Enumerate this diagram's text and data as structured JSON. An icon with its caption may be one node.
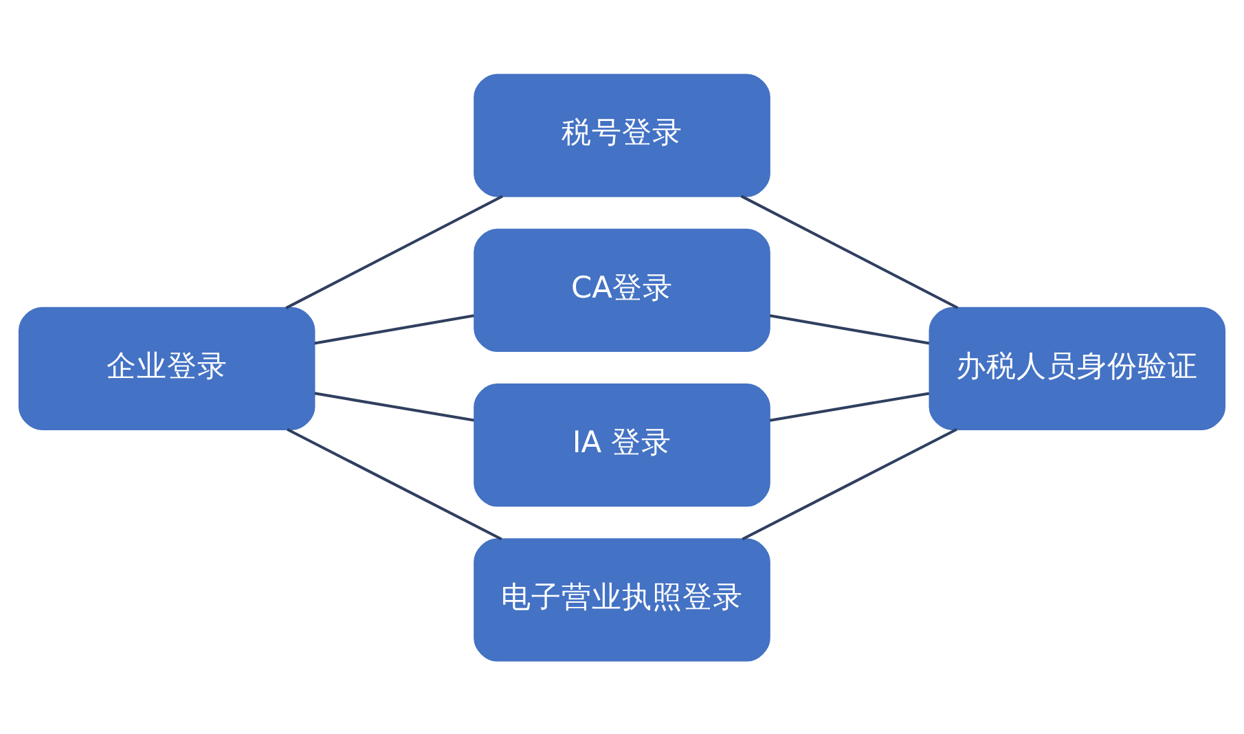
{
  "diagram": {
    "nodes": [
      {
        "text": [
          "企业登录"
        ]
      },
      {
        "text": [
          "税号登录"
        ]
      },
      {
        "text": [
          "CA登录"
        ]
      },
      {
        "text": [
          "IA 登录"
        ]
      },
      {
        "text": [
          "电子营业执照登录"
        ]
      },
      {
        "text": [
          "办税人员身份验证"
        ]
      }
    ],
    "edges": [
      {
        "from": 0,
        "to": 1,
        "arrow": "none"
      },
      {
        "from": 0,
        "to": 2,
        "arrow": "none"
      },
      {
        "from": 0,
        "to": 3,
        "arrow": "none"
      },
      {
        "from": 0,
        "to": 4,
        "arrow": "none"
      },
      {
        "from": 1,
        "to": 5,
        "arrow": "none"
      },
      {
        "from": 2,
        "to": 5,
        "arrow": "none"
      },
      {
        "from": 3,
        "to": 5,
        "arrow": "none"
      },
      {
        "from": 4,
        "to": 5,
        "arrow": "none"
      }
    ]
  }
}
